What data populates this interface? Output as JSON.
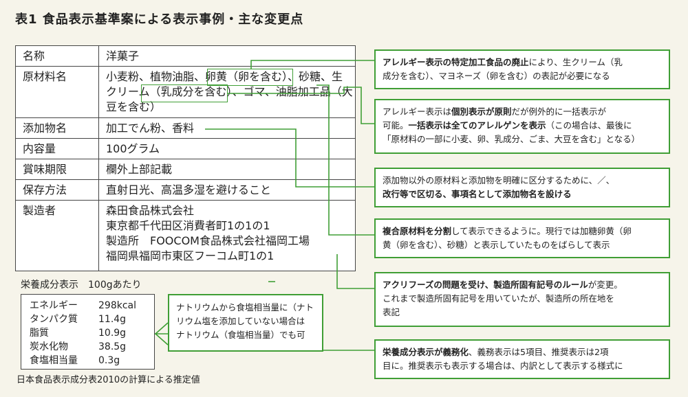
{
  "title": "表1  食品表示基準案による表示事例・主な変更点",
  "label": {
    "rows": [
      {
        "key": "名称",
        "value": "洋菓子"
      },
      {
        "key": "原材料名",
        "lines": [
          "小麦粉、植物油脂、卵黄（卵を含む）、砂糖、生",
          "クリーム（乳成分を含む）、ゴマ、油脂加工品（大",
          "豆を含む）"
        ]
      },
      {
        "key": "添加物名",
        "value": "加工でん粉、香料"
      },
      {
        "key": "内容量",
        "value": "100グラム"
      },
      {
        "key": "賞味期限",
        "value": "欄外上部記載"
      },
      {
        "key": "保存方法",
        "value": "直射日光、高温多湿を避けること"
      },
      {
        "key": "製造者",
        "lines": [
          "森田食品株式会社",
          "東京都千代田区消費者町1の1の1",
          "製造所　FOOCOM食品株式会社福岡工場",
          "福岡県福岡市東区フーコム町1の1"
        ]
      }
    ]
  },
  "callouts": [
    {
      "lines": [
        [
          "アレルギー表示の特定加工食品の廃止",
          "により、生クリーム（乳"
        ],
        [
          "",
          "成分を含む）、マヨネーズ（卵を含む）の表記が必要になる"
        ]
      ]
    },
    {
      "lines": [
        [
          "アレルギー表示は",
          "個別表示が原則",
          "だが例外的に一括表示が"
        ],
        [
          "可能。",
          "一括表示は全てのアレルゲンを表示",
          "（この場合は、最後に"
        ],
        [
          "「原材料の一部に小麦、卵、乳成分、ごま、大豆を含む」となる）"
        ]
      ]
    },
    {
      "lines": [
        [
          "添加物以外の原材料と添加物を明確に区分するために、／、"
        ],
        [
          "",
          "改行等で区切る、事項名として添加物名を設ける"
        ]
      ]
    },
    {
      "lines": [
        [
          "",
          "複合原材料を分割",
          "して表示できるように。現行では加糖卵黄（卵"
        ],
        [
          "黄（卵を含む）、砂糖）と表示していたものをばらして表示"
        ]
      ]
    },
    {
      "lines": [
        [
          "",
          "アクリフーズの問題を受け、製造所固有記号のルール",
          "が変更。"
        ],
        [
          "これまで製造所固有記号を用いていたが、製造所の所在地を"
        ],
        [
          "表記"
        ]
      ]
    },
    {
      "lines": [
        [
          "",
          "栄養成分表示が義務化",
          "、義務表示は5項目、推奨表示は2項"
        ],
        [
          "目に。推奨表示も表示する場合は、内訳として表示する様式に"
        ]
      ]
    }
  ],
  "nutrition": {
    "title": "栄養成分表示　100gあたり",
    "items": [
      {
        "name": "エネルギー",
        "value": "298kcal"
      },
      {
        "name": "タンパク質",
        "value": "11.4g"
      },
      {
        "name": "脂質",
        "value": "10.9g"
      },
      {
        "name": "炭水化物",
        "value": "38.5g"
      },
      {
        "name": "食塩相当量",
        "value": "0.3g"
      }
    ],
    "note": "日本食品表示成分表2010の計算による推定値"
  },
  "sodium_note": [
    "ナトリウムから食塩相当量に（ナト",
    "リウム塩を添加していない場合は",
    "ナトリウム（食塩相当量）でも可"
  ],
  "colors": {
    "accent_green": "#3f9e35",
    "background": "#f6f4ea"
  }
}
